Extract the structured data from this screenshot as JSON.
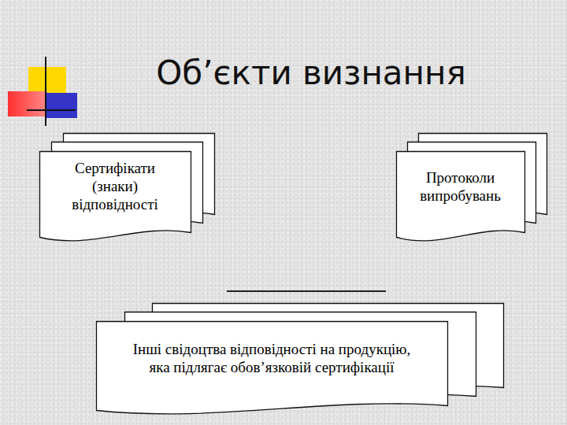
{
  "diagram": {
    "title": "Об’єкти визнання",
    "nodes": [
      {
        "text": [
          "Сертифікати (знаки) відповідності"
        ]
      },
      {
        "text": [
          "Протоколи випробувань"
        ]
      },
      {
        "text": [
          "Інші свідоцтва відповідності на продукцію, яка підлягає обов’язковій сертифікації"
        ]
      }
    ]
  }
}
